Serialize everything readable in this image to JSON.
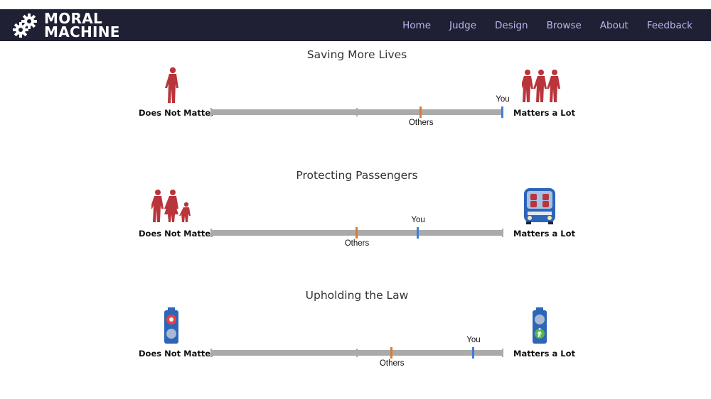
{
  "header": {
    "logo_line1": "MORAL",
    "logo_line2": "MACHINE",
    "nav": [
      "Home",
      "Judge",
      "Design",
      "Browse",
      "About",
      "Feedback"
    ]
  },
  "colors": {
    "navbar": "#1f2033",
    "nav_link": "#b8b8ee",
    "track": "#aaaaaa",
    "others_marker": "#d97a38",
    "you_marker": "#3a80d4",
    "figure_red": "#b8353b"
  },
  "sections": [
    {
      "title": "Saving More Lives",
      "left_label": "Does Not Matter",
      "right_label": "Matters a Lot",
      "left_icon": "single-pedestrian-icon",
      "right_icon": "three-pedestrians-icon",
      "others_label": "Others",
      "you_label": "You",
      "others_value": 0.72,
      "you_value": 1.0
    },
    {
      "title": "Protecting Passengers",
      "left_label": "Does Not Matter",
      "right_label": "Matters a Lot",
      "left_icon": "family-pedestrians-icon",
      "right_icon": "car-with-passengers-icon",
      "others_label": "Others",
      "you_label": "You",
      "others_value": 0.5,
      "you_value": 0.71
    },
    {
      "title": "Upholding the Law",
      "left_label": "Does Not Matter",
      "right_label": "Matters a Lot",
      "left_icon": "red-traffic-light-icon",
      "right_icon": "green-traffic-light-icon",
      "others_label": "Others",
      "you_label": "You",
      "others_value": 0.62,
      "you_value": 0.9
    }
  ]
}
